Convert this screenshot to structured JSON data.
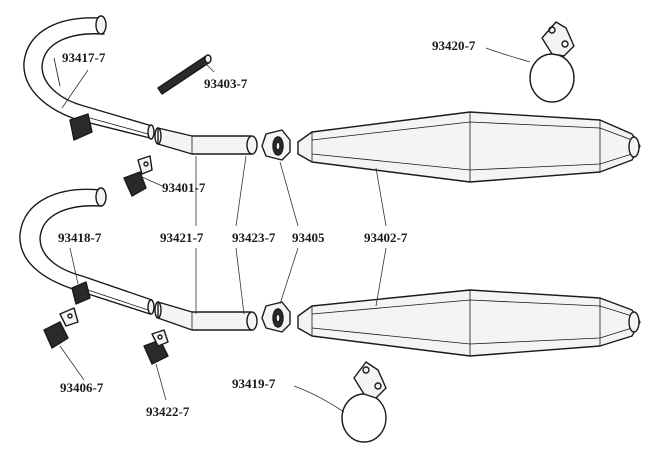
{
  "diagram": {
    "part_numbers": {
      "header_upper": "93417-7",
      "header_lower": "93418-7",
      "rod": "93403-7",
      "clamp_muffler_upper": "93420-7",
      "clamp_muffler_lower": "93419-7",
      "clip_upper": "93401-7",
      "clip_lower_left": "93406-7",
      "clip_lower_mid": "93422-7",
      "connector_a": "93421-7",
      "connector_b": "93423-7",
      "nut": "93405",
      "muffler": "93402-7"
    }
  }
}
